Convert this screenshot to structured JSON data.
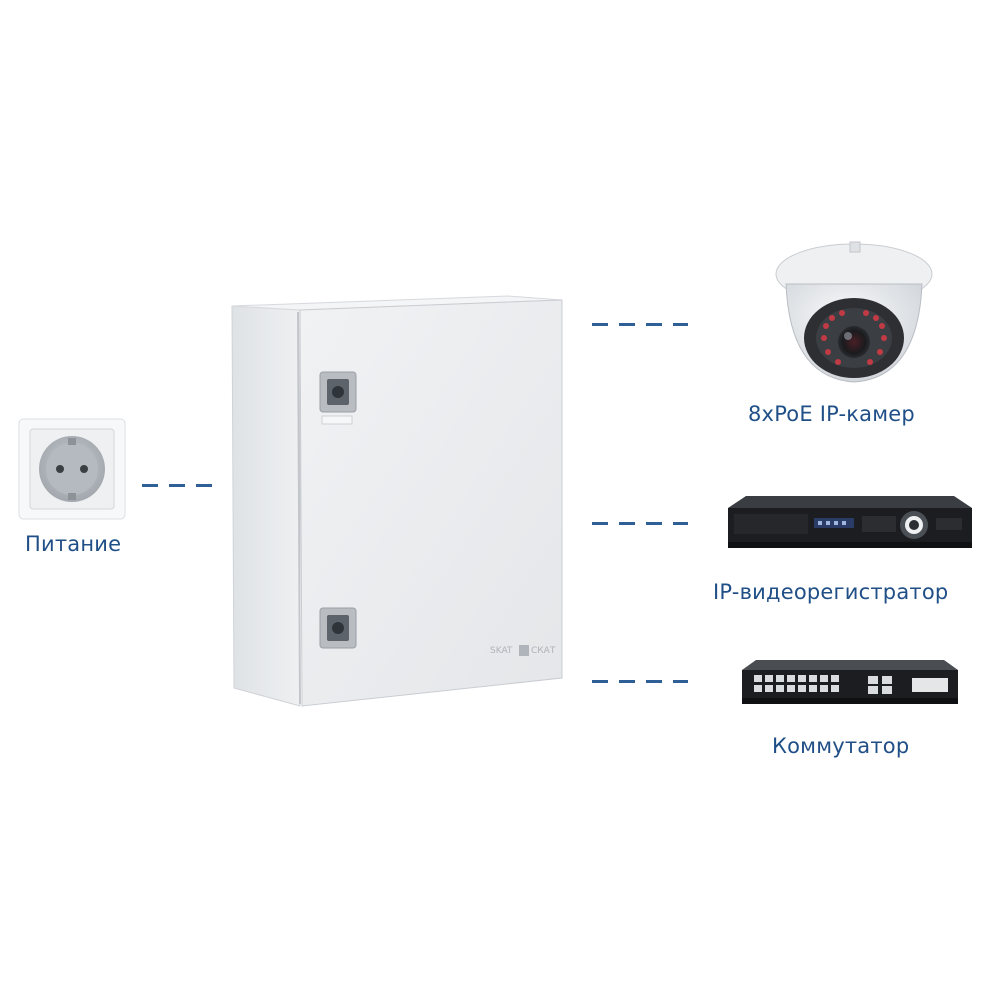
{
  "labels": {
    "power": "Питание",
    "camera": "8xPoE IP-камер",
    "nvr": "IP-видеорегистратор",
    "switch": "Коммутатор"
  },
  "cabinet": {
    "brand_left": "SKAT",
    "brand_right": "СКАТ"
  },
  "colors": {
    "label": "#1f4f86",
    "connector": "#2f5f97",
    "cabinet": "#eceef0"
  }
}
